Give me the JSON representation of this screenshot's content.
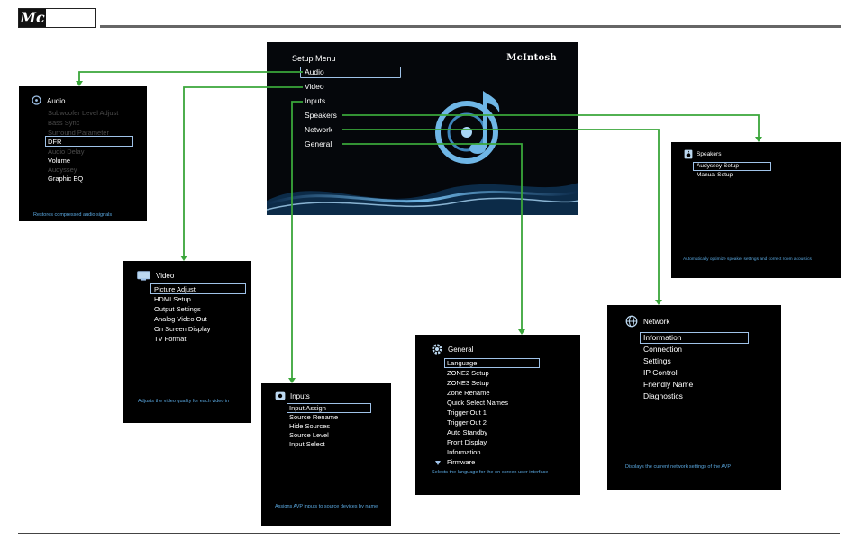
{
  "logo": {
    "mark": "Mc"
  },
  "main": {
    "title": "Setup Menu",
    "brand": "McIntosh",
    "items": [
      "Audio",
      "Video",
      "Inputs",
      "Speakers",
      "Network",
      "General"
    ]
  },
  "audio": {
    "title": "Audio",
    "items": [
      "Subwoofer Level Adjust",
      "Bass Sync",
      "Surround Parameter",
      "DFR",
      "Audio Delay",
      "Volume",
      "Audyssey",
      "Graphic EQ"
    ],
    "status": "Restores compressed audio signals"
  },
  "video": {
    "title": "Video",
    "items": [
      "Picture Adjust",
      "HDMI Setup",
      "Output Settings",
      "Analog Video Out",
      "On Screen Display",
      "TV Format"
    ],
    "status": "Adjusts the video quality for each video in"
  },
  "inputs": {
    "title": "Inputs",
    "items": [
      "Input Assign",
      "Source Rename",
      "Hide Sources",
      "Source Level",
      "Input Select"
    ],
    "status": "Assigns AVP inputs to source devices by name"
  },
  "general": {
    "title": "General",
    "items": [
      "Language",
      "ZONE2 Setup",
      "ZONE3 Setup",
      "Zone Rename",
      "Quick Select Names",
      "Trigger Out 1",
      "Trigger Out 2",
      "Auto Standby",
      "Front Display",
      "Information",
      "Firmware"
    ],
    "status": "Selects the language for the on-screen user interface"
  },
  "network": {
    "title": "Network",
    "items": [
      "Information",
      "Connection",
      "Settings",
      "IP Control",
      "Friendly Name",
      "Diagnostics"
    ],
    "status": "Displays the current network settings of the AVP"
  },
  "speakers": {
    "title": "Speakers",
    "items": [
      "Audyssey Setup",
      "Manual Setup"
    ],
    "status": "Automatically optimize speaker settings and correct room acoustics"
  },
  "colors": {
    "connector": "#3aa63a",
    "highlight": "#9fc2e8",
    "status": "#5aa8e0"
  }
}
